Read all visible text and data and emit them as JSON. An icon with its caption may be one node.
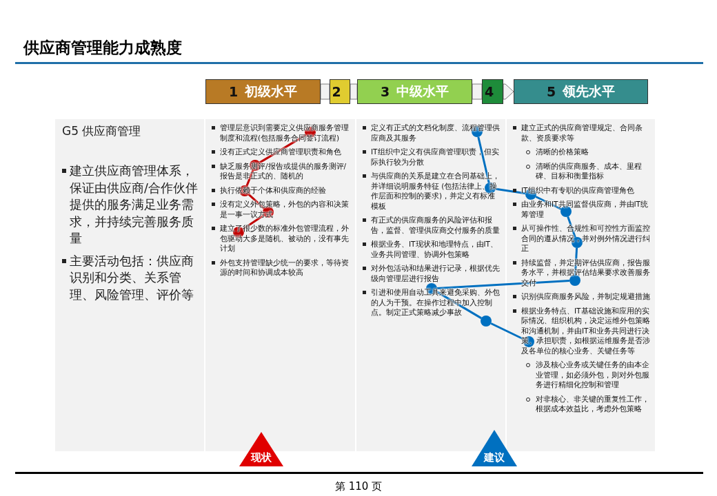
{
  "diagram": {
    "title": "供应商管理能力成熟度",
    "nodes": [
      {
        "text": [
          "1",
          "初级水平"
        ]
      },
      {
        "text": [
          "2"
        ]
      },
      {
        "text": [
          "3",
          "中级水平"
        ]
      },
      {
        "text": [
          "4"
        ]
      },
      {
        "text": [
          "5",
          "领先水平"
        ]
      },
      {
        "text": [
          "G5 供应商管理",
          "建立供应商管理体系，保证由供应商/合作伙伴提供的服务满足业务需求，并持续完善服务质量",
          "主要活动包括：供应商识别和分类、关系管理、风险管理、评价等"
        ]
      },
      {
        "text": [
          "管理层意识到需要定义供应商服务管理制度和流程(包括服务合同签订流程)",
          "没有正式定义供应商管理职责和角色",
          "缺乏服务测评/报告或提供的服务测评/报告是非正式的、随机的",
          "执行依赖于个体和供应商的经验",
          "没有定义外包策略，外包的内容和决策是一事一议方式",
          "建立了很少数的标准外包管理流程，外包驱动大多是随机、被动的，没有事先计划",
          "外包支持管理缺少统一的要求，等待资源的时间和协调成本较高"
        ]
      },
      {
        "text": [
          "定义有正式的文档化制度、流程管理供应商及其服务",
          "IT组织中定义有供应商管理职责，但实际执行较为分散",
          "与供应商的关系是建立在合同基础上，并详细说明服务特征 (包括法律上、操作层面和控制的要求)，并定义有标准模板",
          "有正式的供应商服务的风险评估和报告，监督、管理供应商交付服务的质量",
          "根据业务、IT现状和地理特点，由IT、业务共同管理、协调外包策略",
          "对外包活动和结果进行记录，根据优先级向管理层进行报告",
          "引进和使用自动工具来避免采购、外包的人为干预。在操作过程中加入控制点。制定正式策略减少事故"
        ]
      },
      {
        "text": [
          "建立正式的供应商管理规定、合同条款、资质要求等",
          "清晰的价格策略",
          "清晰的供应商服务、成本、里程碑、目标和衡量指标",
          "IT组织中有专职的供应商管理角色",
          "由业务和IT共同监督供应商，并由IT统筹管理",
          "从可操作性、合规性和可控性方面监控合同的遵从情况，并对例外情况进行纠正",
          "持续监督，并定期评估供应商，报告服务水平，并根据评估结果要求改善服务交付",
          "识别供应商服务风险，并制定规避措施",
          "根据业务特点、IT基础设施和应用的实际情况、组织机构，决定运维外包策略和沟通机制，并由IT和业务共同进行决策、承担职责，如根据运维服务是否涉及各单位的核心业务、关键任务等",
          "涉及核心业务或关键任务的由本企业管理，如必须外包，则对外包服务进行精细化控制和管理",
          "对非核心、非关键的重复性工作，根据成本效益比，考虑外包策略"
        ]
      },
      {
        "text": [],
        "shape": "circle",
        "in": 6
      },
      {
        "text": [],
        "shape": "circle",
        "in": 6
      },
      {
        "text": [],
        "shape": "circle",
        "in": 6
      },
      {
        "text": [],
        "shape": "circle",
        "in": 6
      },
      {
        "text": [],
        "shape": "circle",
        "in": 6
      },
      {
        "text": [],
        "shape": "circle",
        "in": 7
      },
      {
        "text": [],
        "shape": "circle",
        "in": 7
      },
      {
        "text": [],
        "shape": "circle",
        "in": 8
      },
      {
        "text": [],
        "shape": "circle",
        "in": 8
      },
      {
        "text": [],
        "shape": "circle",
        "in": 8
      },
      {
        "text": [],
        "shape": "circle",
        "in": 8
      },
      {
        "text": [],
        "shape": "circle",
        "in": 7
      },
      {
        "text": [],
        "shape": "circle",
        "in": 7
      },
      {
        "text": [],
        "shape": "circle",
        "in": 8
      },
      {
        "text": [
          "现状"
        ]
      },
      {
        "text": [
          "建议"
        ]
      }
    ],
    "edges": [
      {
        "from": 0,
        "to": 1,
        "arrow": "none",
        "style": "thick",
        "color": "#f2f2f2"
      },
      {
        "from": 1,
        "to": 2,
        "arrow": "none",
        "style": "thick",
        "color": "#f2f2f2"
      },
      {
        "from": 2,
        "to": 3,
        "arrow": "none",
        "style": "thick",
        "color": "#f2f2f2"
      },
      {
        "from": 3,
        "to": 4,
        "arrow": "to",
        "style": "thick",
        "color": "#f2f2f2"
      },
      {
        "from": 9,
        "to": 10,
        "arrow": "none",
        "color": "#c00000"
      },
      {
        "from": 10,
        "to": 11,
        "arrow": "none",
        "color": "#c00000"
      },
      {
        "from": 11,
        "to": 12,
        "arrow": "none",
        "color": "#c00000"
      },
      {
        "from": 12,
        "to": 13,
        "arrow": "none",
        "color": "#c00000"
      },
      {
        "from": 14,
        "to": 15,
        "arrow": "none"
      },
      {
        "from": 15,
        "to": 16,
        "arrow": "none"
      },
      {
        "from": 16,
        "to": 17,
        "arrow": "none"
      },
      {
        "from": 17,
        "to": 18,
        "arrow": "none"
      },
      {
        "from": 18,
        "to": 19,
        "arrow": "none"
      },
      {
        "from": 19,
        "to": 20,
        "arrow": "none"
      },
      {
        "from": 20,
        "to": 21,
        "arrow": "none"
      },
      {
        "from": 21,
        "to": 22,
        "arrow": "none"
      }
    ],
    "labels": [
      "第 110 页"
    ]
  }
}
